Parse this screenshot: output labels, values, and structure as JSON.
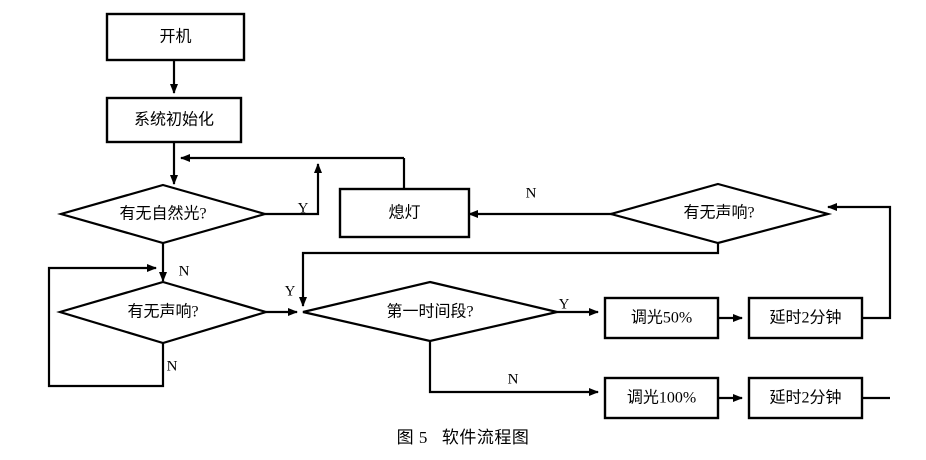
{
  "figure": {
    "caption_number": "图 5",
    "caption_title": "软件流程图",
    "type": "flowchart",
    "language": "zh-CN"
  },
  "nodes": {
    "start": {
      "label": "开机",
      "shape": "process"
    },
    "init": {
      "label": "系统初始化",
      "shape": "process"
    },
    "check_light": {
      "label": "有无自然光?",
      "shape": "decision"
    },
    "check_sound_left": {
      "label": "有无声响?",
      "shape": "decision"
    },
    "check_sound_right": {
      "label": "有无声响?",
      "shape": "decision"
    },
    "lights_off": {
      "label": "熄灯",
      "shape": "process"
    },
    "first_period": {
      "label": "第一时间段?",
      "shape": "decision"
    },
    "dim_50": {
      "label": "调光50%",
      "shape": "process"
    },
    "dim_100": {
      "label": "调光100%",
      "shape": "process"
    },
    "delay_top": {
      "label": "延时2分钟",
      "shape": "process"
    },
    "delay_bottom": {
      "label": "延时2分钟",
      "shape": "process"
    }
  },
  "edge_labels": {
    "light_yes": "Y",
    "light_no": "N",
    "sound_left_no": "N",
    "sound_left_yes": "Y",
    "sound_right_no": "N",
    "period_yes": "Y",
    "period_no": "N"
  },
  "style": {
    "line_color": "#000000",
    "fill_color": "#ffffff",
    "background": "#ffffff"
  }
}
